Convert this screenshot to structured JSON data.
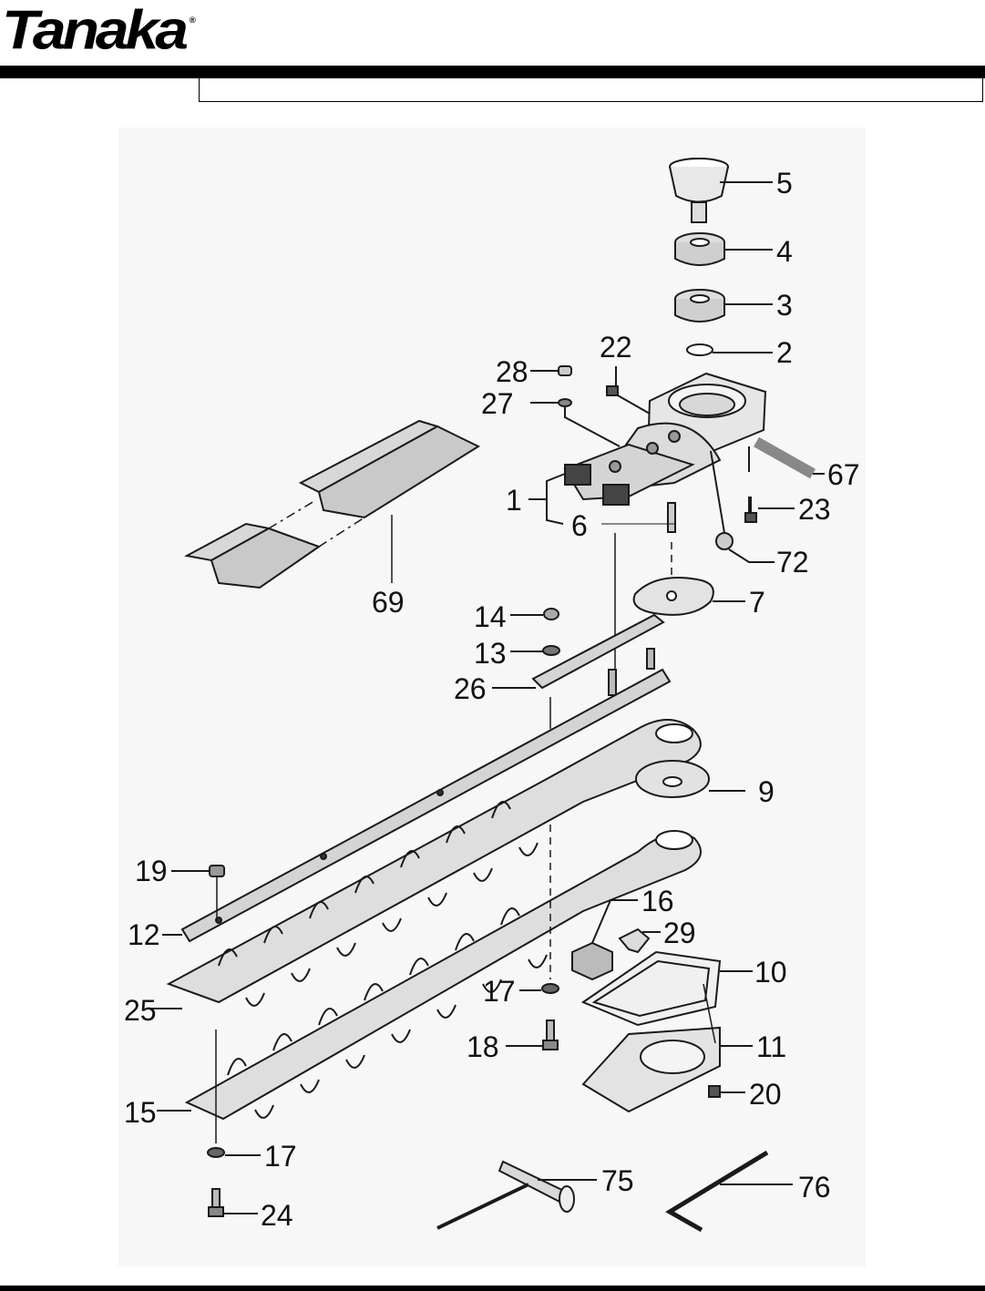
{
  "brand": {
    "name": "Tanaka",
    "registered_mark": "®"
  },
  "title_bar_text": "",
  "callouts": [
    {
      "id": "c5",
      "label": "5"
    },
    {
      "id": "c4",
      "label": "4"
    },
    {
      "id": "c3",
      "label": "3"
    },
    {
      "id": "c2",
      "label": "2"
    },
    {
      "id": "c22",
      "label": "22"
    },
    {
      "id": "c28",
      "label": "28"
    },
    {
      "id": "c27",
      "label": "27"
    },
    {
      "id": "c67",
      "label": "67"
    },
    {
      "id": "c1",
      "label": "1"
    },
    {
      "id": "c6",
      "label": "6"
    },
    {
      "id": "c23",
      "label": "23"
    },
    {
      "id": "c72",
      "label": "72"
    },
    {
      "id": "c69",
      "label": "69"
    },
    {
      "id": "c7",
      "label": "7"
    },
    {
      "id": "c14",
      "label": "14"
    },
    {
      "id": "c13",
      "label": "13"
    },
    {
      "id": "c26",
      "label": "26"
    },
    {
      "id": "c9",
      "label": "9"
    },
    {
      "id": "c19",
      "label": "19"
    },
    {
      "id": "c16",
      "label": "16"
    },
    {
      "id": "c29",
      "label": "29"
    },
    {
      "id": "c12",
      "label": "12"
    },
    {
      "id": "c10",
      "label": "10"
    },
    {
      "id": "c17a",
      "label": "17"
    },
    {
      "id": "c25",
      "label": "25"
    },
    {
      "id": "c18",
      "label": "18"
    },
    {
      "id": "c11",
      "label": "11"
    },
    {
      "id": "c20",
      "label": "20"
    },
    {
      "id": "c15",
      "label": "15"
    },
    {
      "id": "c17b",
      "label": "17"
    },
    {
      "id": "c75",
      "label": "75"
    },
    {
      "id": "c76",
      "label": "76"
    },
    {
      "id": "c24",
      "label": "24"
    }
  ]
}
